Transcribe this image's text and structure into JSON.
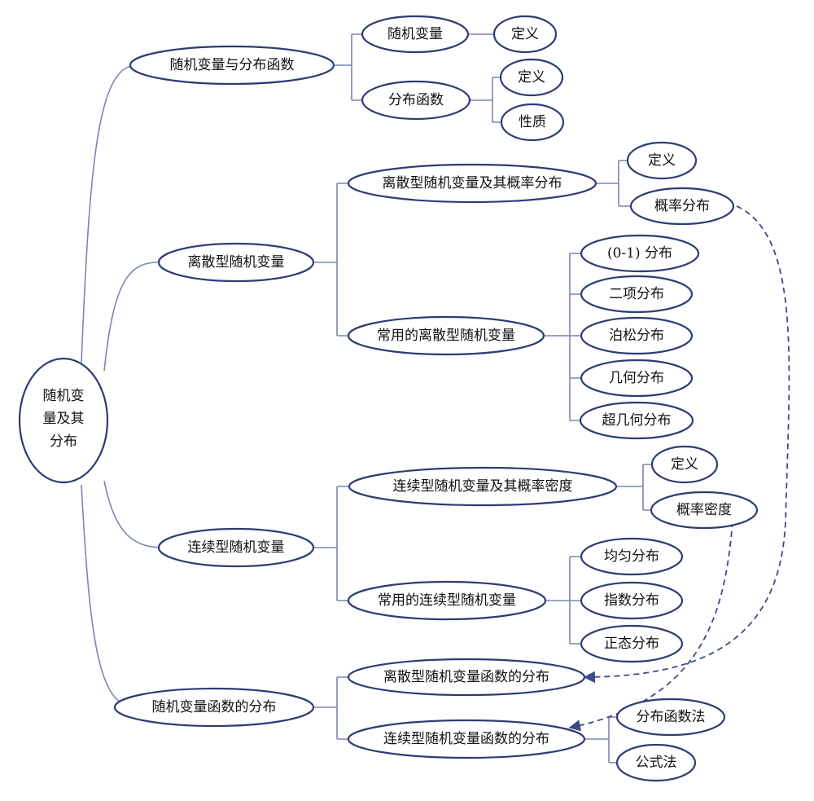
{
  "colors": {
    "node_border": "#2e3c73",
    "connector": "#7a86b0",
    "dashed_arrow": "#3a4a8c"
  },
  "root": {
    "line1": "随机变",
    "line2": "量及其",
    "line3": "分布"
  },
  "branch1": {
    "label": "随机变量与分布函数",
    "rv": "随机变量",
    "rv_def": "定义",
    "cdf": "分布函数",
    "cdf_def": "定义",
    "cdf_prop": "性质"
  },
  "branch2": {
    "label": "离散型随机变量",
    "dist": "离散型随机变量及其概率分布",
    "dist_def": "定义",
    "dist_prob": "概率分布",
    "common": "常用的离散型随机变量",
    "items": [
      "(0-1) 分布",
      "二项分布",
      "泊松分布",
      "几何分布",
      "超几何分布"
    ]
  },
  "branch3": {
    "label": "连续型随机变量",
    "density": "连续型随机变量及其概率密度",
    "density_def": "定义",
    "density_prob": "概率密度",
    "common": "常用的连续型随机变量",
    "items": [
      "均匀分布",
      "指数分布",
      "正态分布"
    ]
  },
  "branch4": {
    "label": "随机变量函数的分布",
    "discrete": "离散型随机变量函数的分布",
    "continuous": "连续型随机变量函数的分布",
    "method1": "分布函数法",
    "method2": "公式法"
  }
}
